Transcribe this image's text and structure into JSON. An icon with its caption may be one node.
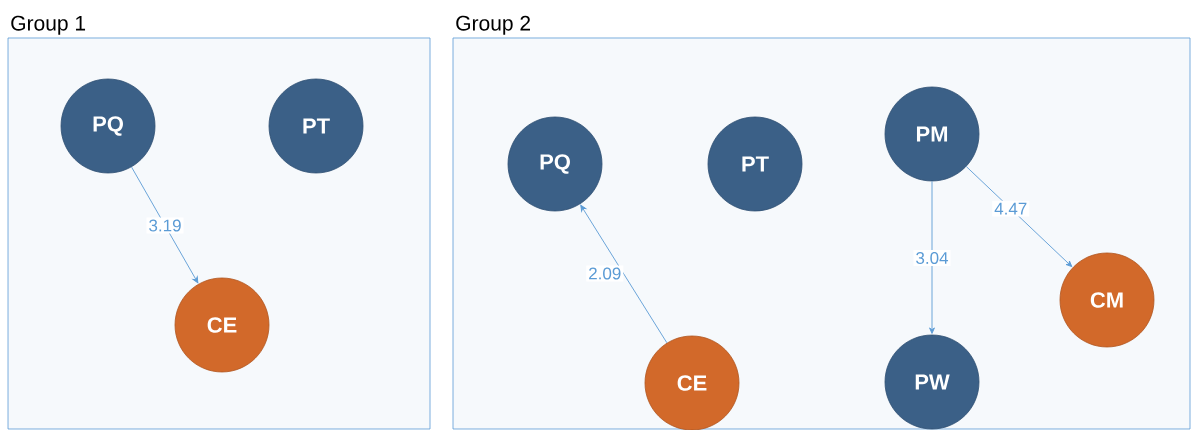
{
  "diagram": {
    "nodes": [
      {
        "text": [
          "Group 1"
        ]
      },
      {
        "text": [
          "PQ"
        ],
        "in": 0
      },
      {
        "text": [
          "PT"
        ],
        "in": 0
      },
      {
        "text": [
          "CE"
        ],
        "in": 0
      },
      {
        "text": [
          "Group 2"
        ]
      },
      {
        "text": [
          "PQ"
        ],
        "in": 4
      },
      {
        "text": [
          "PT"
        ],
        "in": 4
      },
      {
        "text": [
          "PM"
        ],
        "in": 4
      },
      {
        "text": [
          "CE"
        ],
        "in": 4
      },
      {
        "text": [
          "PW"
        ],
        "in": 4
      },
      {
        "text": [
          "CM"
        ],
        "in": 4
      }
    ],
    "edges": [
      {
        "from": 1,
        "to": 3,
        "arrow": "to",
        "label": "3.19"
      },
      {
        "from": 8,
        "to": 5,
        "arrow": "to",
        "label": "2.09"
      },
      {
        "from": 7,
        "to": 9,
        "arrow": "to",
        "label": "3.04"
      },
      {
        "from": 7,
        "to": 10,
        "arrow": "to",
        "label": "4.47"
      }
    ]
  }
}
